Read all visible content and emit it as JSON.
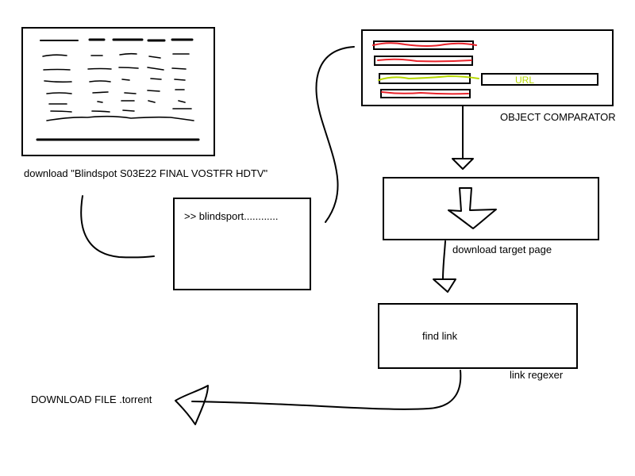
{
  "steps": {
    "search_caption": "download \"Blindspot S03E22 FINAL VOSTFR HDTV\"",
    "prompt_text": ">> blindsport............",
    "comparator": {
      "caption": "OBJECT COMPARATOR",
      "url_label": "URL"
    },
    "download_page_caption": "download target page",
    "regexer": {
      "find_text": "find link",
      "caption": "link regexer"
    },
    "final_caption": "DOWNLOAD FILE .torrent"
  },
  "colors": {
    "stroke": "#000000",
    "highlight_red": "#e8232b",
    "highlight_green": "#b6d800"
  }
}
